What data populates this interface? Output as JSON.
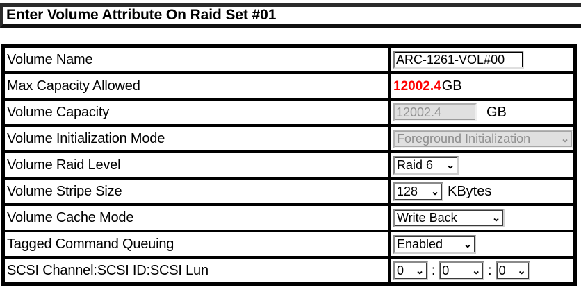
{
  "page": {
    "title": "Enter Volume Attribute On Raid Set #01"
  },
  "colors": {
    "max_capacity_value": "#ff0000",
    "border": "#000000",
    "disabled_background": "#e0e0e0",
    "disabled_text": "#949494"
  },
  "form": {
    "rows": [
      {
        "label": "Volume Name",
        "control": "text",
        "value": "ARC-1261-VOL#00"
      },
      {
        "label": "Max Capacity Allowed",
        "control": "static",
        "value": "12002.4",
        "unit": "GB"
      },
      {
        "label": "Volume Capacity",
        "control": "text-disabled",
        "value": "12002.4",
        "unit": "GB"
      },
      {
        "label": "Volume Initialization Mode",
        "control": "select-disabled",
        "value": "Foreground Initialization",
        "caret": "chevron-down-icon"
      },
      {
        "label": "Volume Raid Level",
        "control": "select",
        "value": "Raid 6",
        "caret": "chevron-down-icon"
      },
      {
        "label": "Volume Stripe Size",
        "control": "select",
        "value": "128",
        "unit": "KBytes",
        "caret": "chevron-down-icon"
      },
      {
        "label": "Volume Cache Mode",
        "control": "select",
        "value": "Write Back",
        "caret": "chevron-down-icon"
      },
      {
        "label": "Tagged Command Queuing",
        "control": "select",
        "value": "Enabled",
        "caret": "chevron-down-icon"
      },
      {
        "label": "SCSI Channel:SCSI ID:SCSI Lun",
        "control": "select-triple",
        "channel": "0",
        "id": "0",
        "lun": "0",
        "separator": ":"
      }
    ]
  },
  "glyphs": {
    "caret_down": "⌄"
  }
}
